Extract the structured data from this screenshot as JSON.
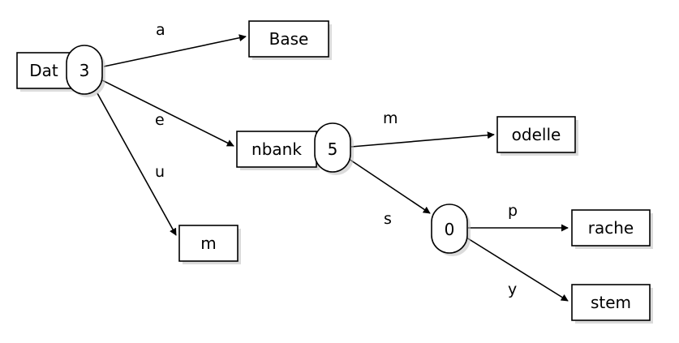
{
  "diagram": {
    "nodes": {
      "dat": {
        "label": "Dat",
        "count": "3"
      },
      "nbank": {
        "label": "nbank",
        "count": "5"
      },
      "s_node": {
        "count": "0"
      },
      "base": {
        "label": "Base"
      },
      "m": {
        "label": "m"
      },
      "odelle": {
        "label": "odelle"
      },
      "rache": {
        "label": "rache"
      },
      "stem": {
        "label": "stem"
      }
    },
    "edges": {
      "a": "a",
      "e": "e",
      "u": "u",
      "m": "m",
      "s": "s",
      "p": "p",
      "y": "y"
    }
  }
}
